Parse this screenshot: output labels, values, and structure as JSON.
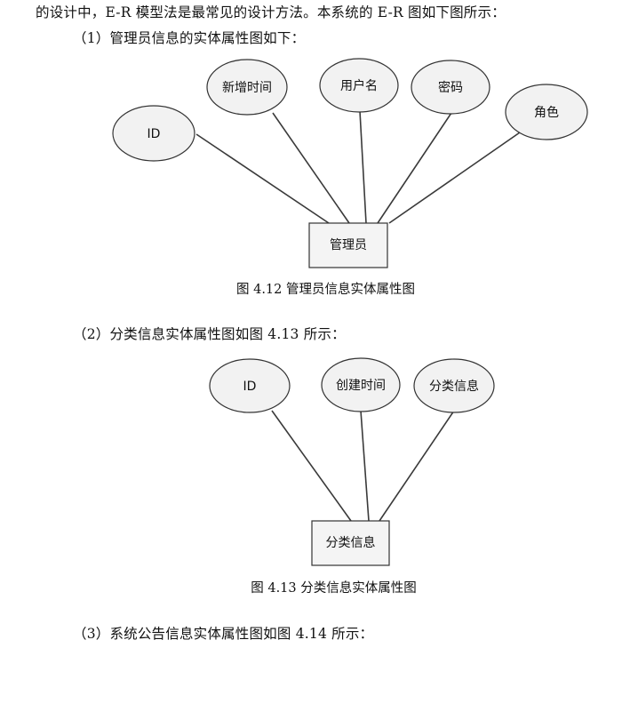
{
  "paragraphs": {
    "intro": "的设计中，E-R 模型法是最常见的设计方法。本系统的 E-R 图如下图所示：",
    "section1": "（1）管理员信息的实体属性图如下：",
    "section2": "（2）分类信息实体属性图如图 4.13 所示：",
    "section3": "（3）系统公告信息实体属性图如图 4.14 所示："
  },
  "figure1": {
    "caption": "图 4.12   管理员信息实体属性图",
    "entity": "管理员",
    "attributes": [
      "ID",
      "新增时间",
      "用户名",
      "密码",
      "角色"
    ]
  },
  "figure2": {
    "caption": "图 4.13   分类信息实体属性图",
    "entity": "分类信息",
    "attributes": [
      "ID",
      "创建时间",
      "分类信息"
    ]
  }
}
